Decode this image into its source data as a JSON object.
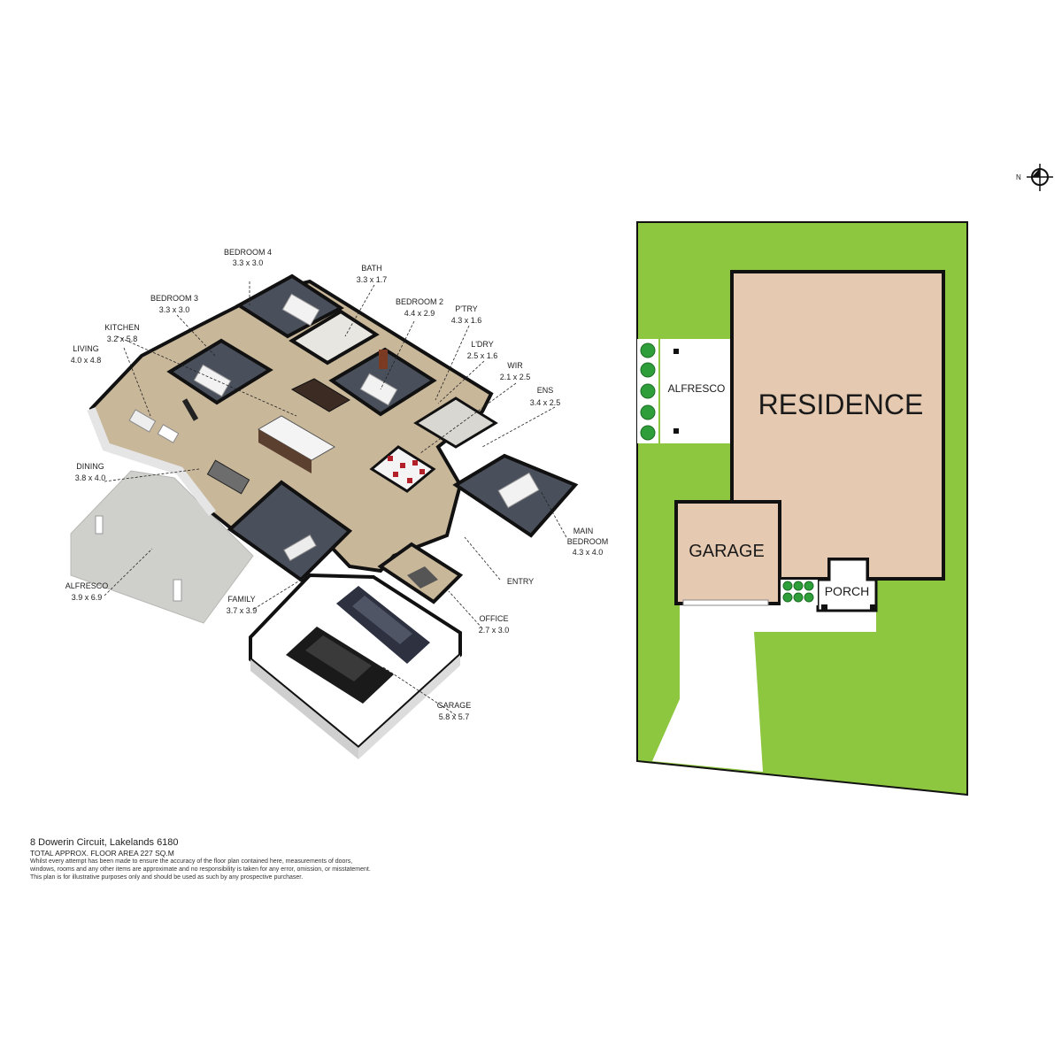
{
  "floor_plan": {
    "rooms": [
      {
        "id": "bedroom4",
        "name": "BEDROOM 4",
        "dims": "3.3 x 3.0"
      },
      {
        "id": "bath",
        "name": "BATH",
        "dims": "3.3 x 1.7"
      },
      {
        "id": "bedroom3",
        "name": "BEDROOM 3",
        "dims": "3.3 x 3.0"
      },
      {
        "id": "bedroom2",
        "name": "BEDROOM 2",
        "dims": "4.4 x 2.9"
      },
      {
        "id": "pantry",
        "name": "P'TRY",
        "dims": "4.3 x 1.6"
      },
      {
        "id": "kitchen",
        "name": "KITCHEN",
        "dims": "3.2 x 5.8"
      },
      {
        "id": "laundry",
        "name": "L'DRY",
        "dims": "2.5 x 1.6"
      },
      {
        "id": "living",
        "name": "LIVING",
        "dims": "4.0 x 4.8"
      },
      {
        "id": "wir",
        "name": "WIR",
        "dims": "2.1 x 2.5"
      },
      {
        "id": "ens",
        "name": "ENS",
        "dims": "3.4 x 2.5"
      },
      {
        "id": "dining",
        "name": "DINING",
        "dims": "3.8 x 4.0"
      },
      {
        "id": "main_bedroom",
        "name": "MAIN\nBEDROOM",
        "dims": "4.3 x 4.0"
      },
      {
        "id": "entry",
        "name": "ENTRY",
        "dims": ""
      },
      {
        "id": "alfresco",
        "name": "ALFRESCO",
        "dims": "3.9 x 6.9"
      },
      {
        "id": "family",
        "name": "FAMILY",
        "dims": "3.7 x 3.9"
      },
      {
        "id": "office",
        "name": "OFFICE",
        "dims": "2.7 x 3.0"
      },
      {
        "id": "garage",
        "name": "GARAGE",
        "dims": "5.8 x 5.7"
      }
    ]
  },
  "site_plan": {
    "residence": "RESIDENCE",
    "garage": "GARAGE",
    "alfresco": "ALFRESCO",
    "porch": "PORCH"
  },
  "compass": {
    "label": "N"
  },
  "footer": {
    "address": "8 Dowerin Circuit, Lakelands 6180",
    "area": "TOTAL APPROX. FLOOR AREA 227 SQ.M",
    "disclaimer_1": "Whilst every attempt has been made to ensure the accuracy of the floor plan contained here, measurements of doors,",
    "disclaimer_2": "windows, rooms and any other items are approximate and no responsibility is taken for any error, omission, or misstatement.",
    "disclaimer_3": "This plan is for illustrative purposes only and should be used as such by any prospective purchaser."
  },
  "colors": {
    "lawn": "#8dc63f",
    "residence": "#e5c9b0",
    "wall": "#111111",
    "floor_wood": "#c9b79a",
    "floor_carpet": "#4a4f5c",
    "paving": "#cfd0cc"
  }
}
